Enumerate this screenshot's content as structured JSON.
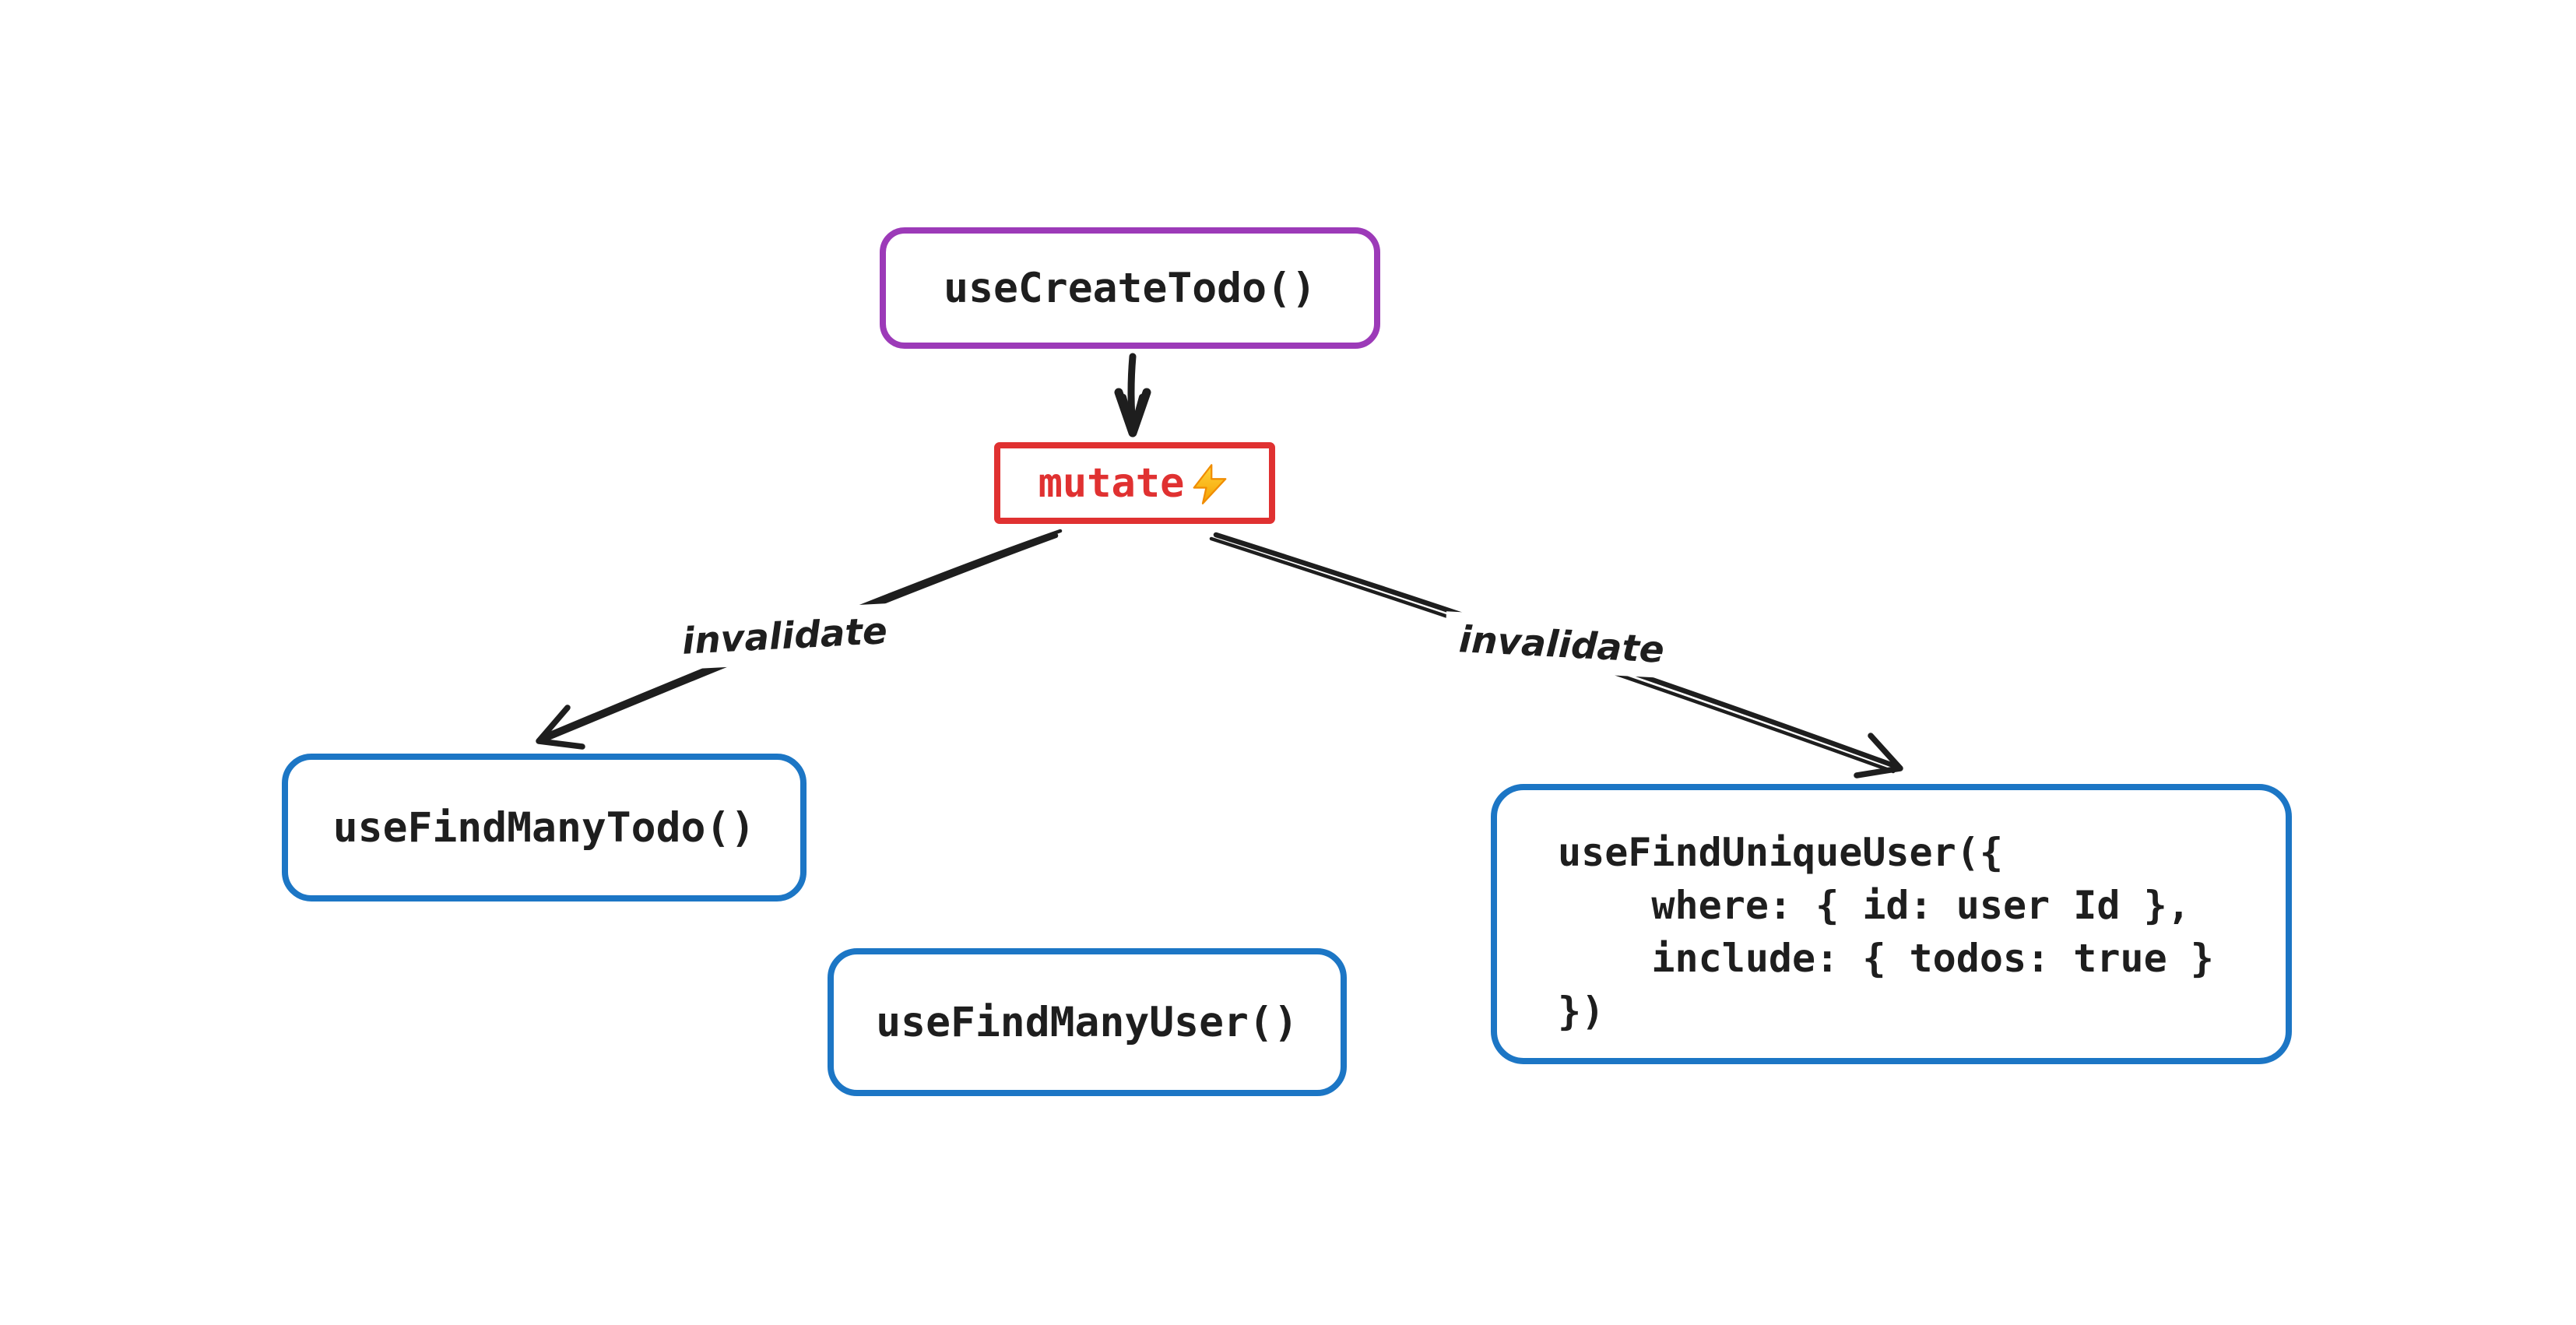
{
  "diagram": {
    "background": "#ffffff",
    "nodes": {
      "create_todo": {
        "label": "useCreateTodo()",
        "border_color": "#9c3ab8"
      },
      "mutate": {
        "label": "mutate",
        "border_color": "#e03131",
        "text_color": "#e03131",
        "icon": "lightning-bolt"
      },
      "find_many_todo": {
        "label": "useFindManyTodo()",
        "border_color": "#1c76c5"
      },
      "find_many_user": {
        "label": "useFindManyUser()",
        "border_color": "#1c76c5"
      },
      "find_unique_user": {
        "border_color": "#1c76c5",
        "code_lines": [
          "useFindUniqueUser({",
          "    where: { id: user Id },",
          "    include: { todos: true }",
          "})"
        ]
      }
    },
    "edges": {
      "mutate_to_find_many_todo": {
        "label": "invalidate"
      },
      "mutate_to_find_unique_user": {
        "label": "invalidate"
      }
    },
    "colors": {
      "ink": "#1e1e1e",
      "purple": "#9c3ab8",
      "red": "#e03131",
      "blue": "#1c76c5",
      "bolt_yellow": "#ffd43b",
      "bolt_orange": "#f59f00"
    }
  }
}
